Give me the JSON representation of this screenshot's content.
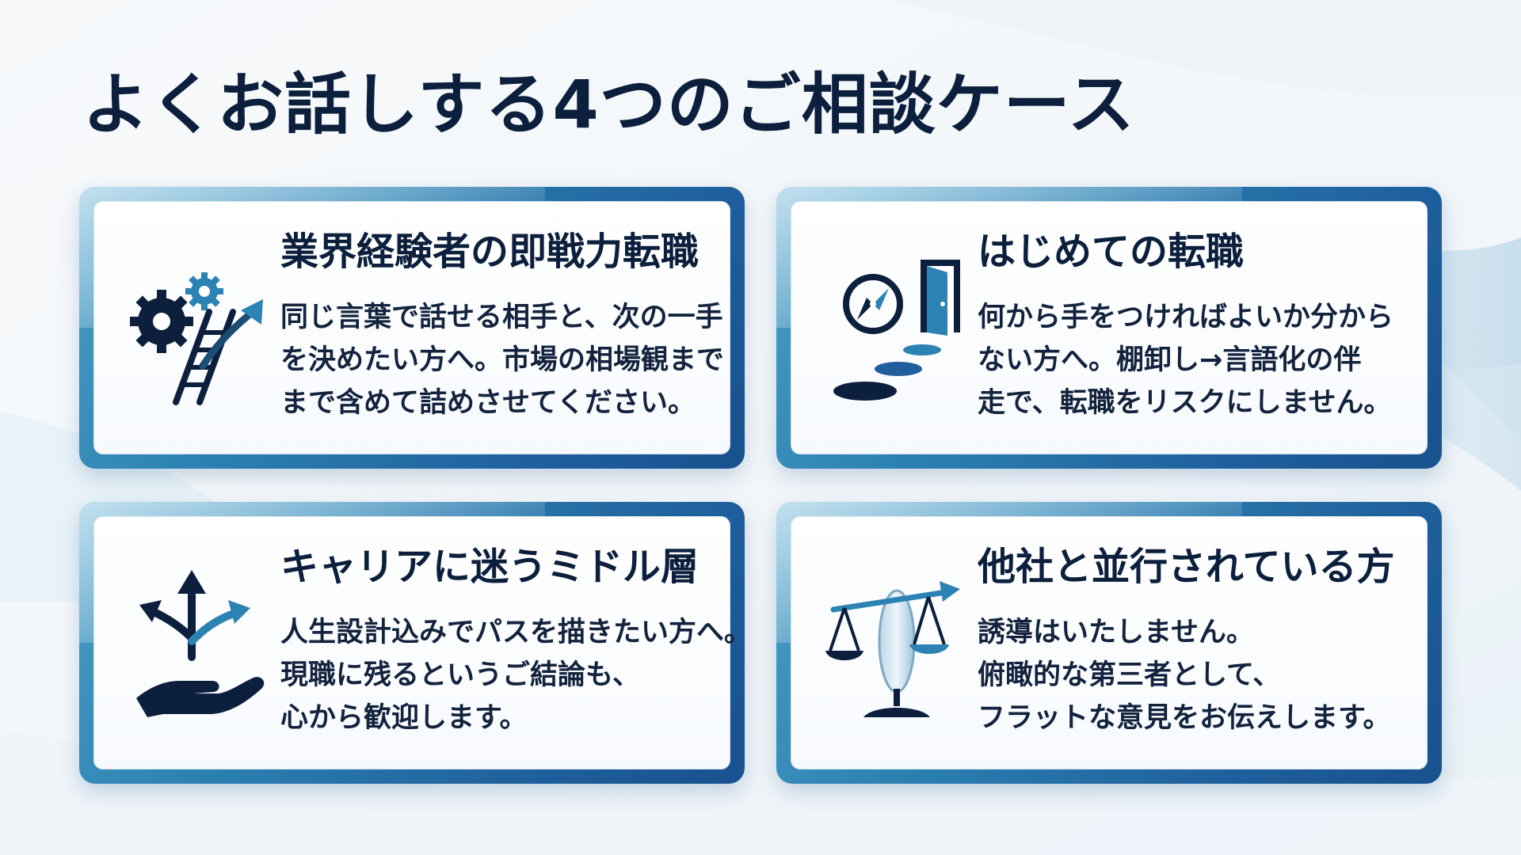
{
  "page": {
    "title": "よくお話しする4つのご相談ケース"
  },
  "colors": {
    "navy": "#0c1f3c",
    "accent": "#2c82b2",
    "accent_dark": "#18518e",
    "accent_light": "#4b9ec4",
    "background": "#f4f7fa"
  },
  "cards": [
    {
      "title": "業界経験者の即戦力転職",
      "icon": "gears-ladder-arrow-icon",
      "lines": [
        "同じ言葉で話せる相手と、次の一手",
        "を決めたい方へ。市場の相場観まで",
        "まで含めて詰めさせてください。"
      ]
    },
    {
      "title": "はじめての転職",
      "icon": "compass-door-steps-icon",
      "lines": [
        "何から手をつければよいか分から",
        "ない方へ。棚卸し→言語化の伴",
        "走で、転職をリスクにしません。"
      ]
    },
    {
      "title": "キャリアに迷うミドル層",
      "icon": "hand-branching-arrows-icon",
      "lines": [
        "人生設計込みでパスを描きたい方へ。",
        "現職に残るというご結論も、",
        "心から歓迎します。"
      ]
    },
    {
      "title": "他社と並行されている方",
      "icon": "balance-scale-icon",
      "lines": [
        "誘導はいたしません。",
        "俯瞰的な第三者として、",
        "フラットな意見をお伝えします。"
      ]
    }
  ]
}
